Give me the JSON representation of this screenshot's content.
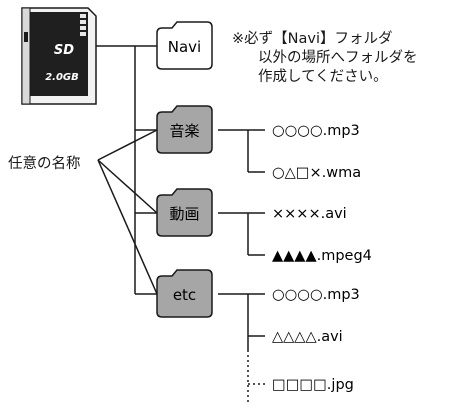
{
  "note": {
    "line1": "※必ず【Navi】フォルダ",
    "line2": "以外の場所へフォルダを",
    "line3": "作成してください。"
  },
  "side_label": "任意の名称",
  "sd_card": {
    "brand_mark": "SD",
    "capacity": "2.0GB"
  },
  "folders": [
    {
      "name": "Navi",
      "files": []
    },
    {
      "name": "音楽",
      "files": [
        "○○○○.mp3",
        "○△□×.wma"
      ]
    },
    {
      "name": "動画",
      "files": [
        "××××.avi",
        "▲▲▲▲.mpeg4"
      ]
    },
    {
      "name": "etc",
      "files": [
        "○○○○.mp3",
        "△△△△.avi",
        "□□□□.jpg"
      ]
    }
  ],
  "colors": {
    "navi_folder_fill": "#ffffff",
    "named_folder_fill": "#a6a6a6",
    "line": "#1a1a1a"
  }
}
